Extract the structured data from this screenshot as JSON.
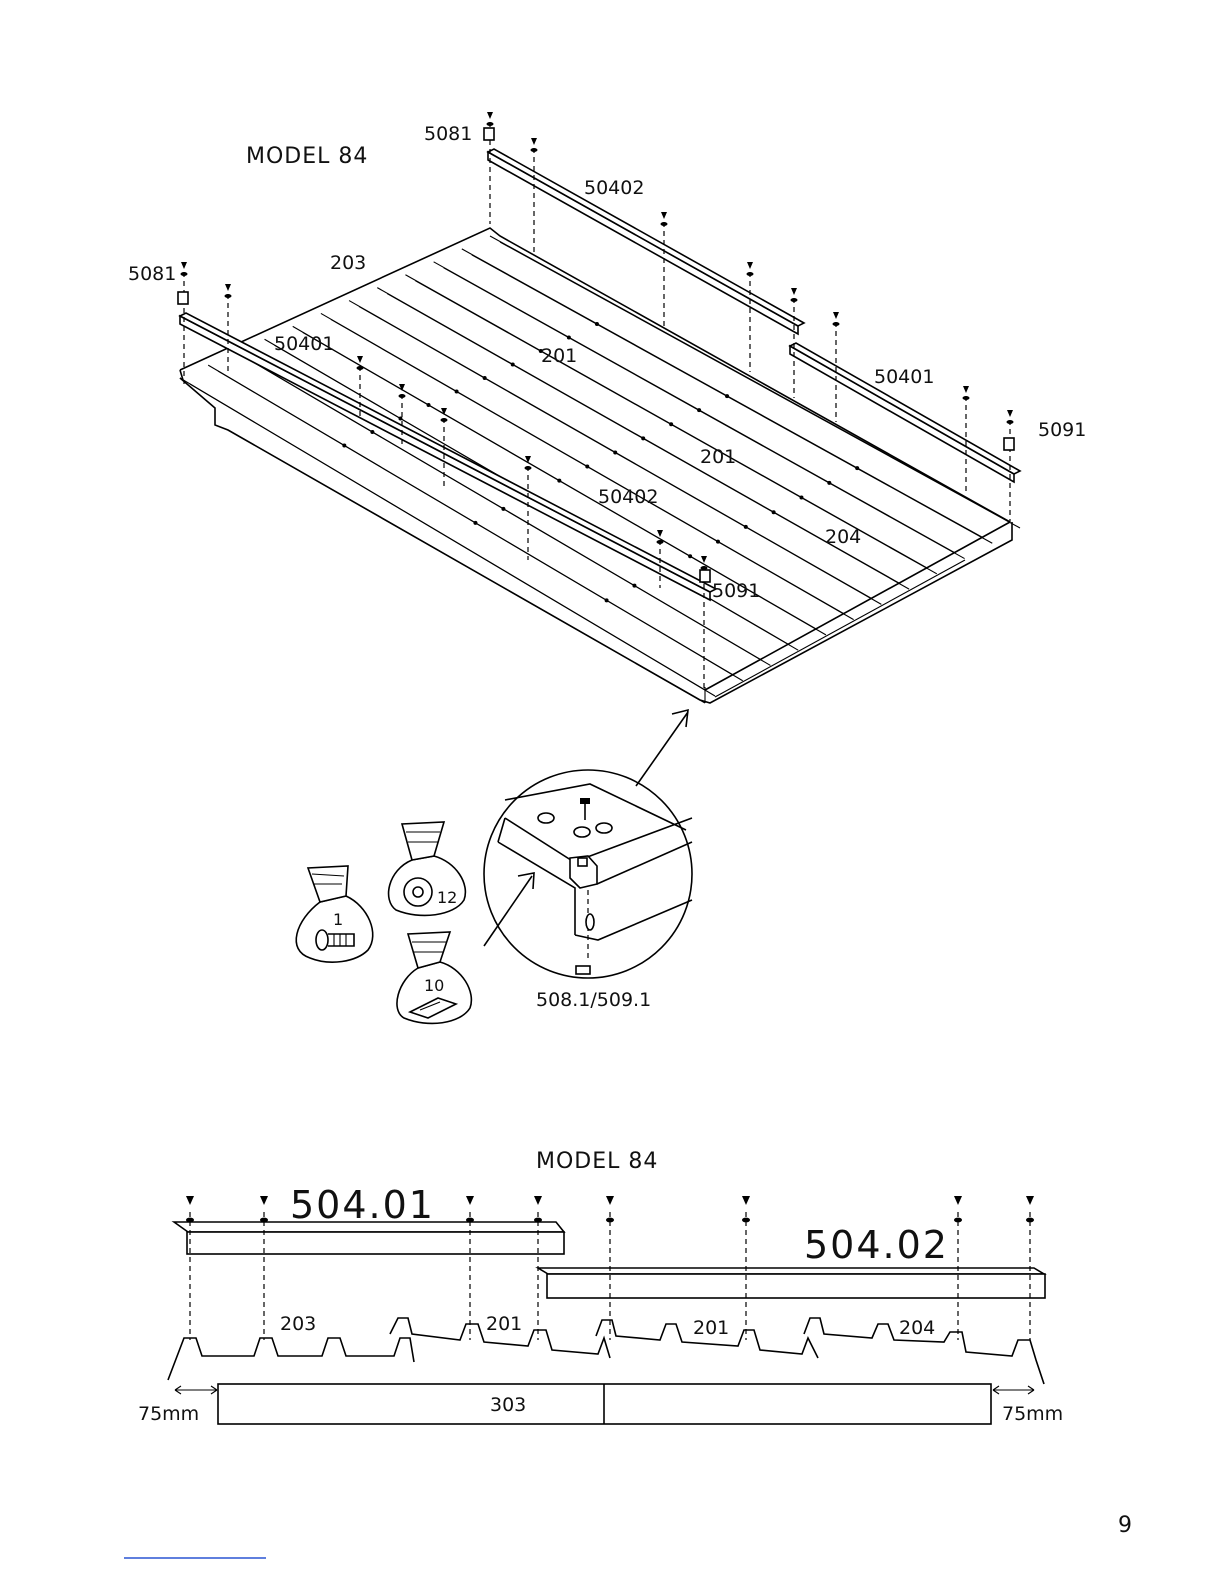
{
  "top_diagram": {
    "title": "MODEL 84",
    "labels": {
      "bracket_left": "5081",
      "bracket_top": "5081",
      "rail_top_a": "50402",
      "rail_left_a": "50401",
      "rail_right_b": "50401",
      "rail_mid_b": "50402",
      "sheet_203": "203",
      "sheet_201_a": "201",
      "sheet_201_b": "201",
      "sheet_204": "204",
      "bracket_right": "5091",
      "bracket_front": "5091"
    }
  },
  "detail": {
    "label": "508.1/509.1"
  },
  "bags": [
    {
      "qty": "1",
      "icon": "screw-icon"
    },
    {
      "qty": "12",
      "icon": "washer-icon"
    },
    {
      "qty": "10",
      "icon": "bracket-icon"
    }
  ],
  "bottom_diagram": {
    "title": "MODEL 84",
    "rail_left": "504.01",
    "rail_right": "504.02",
    "sheets": [
      "203",
      "201",
      "201",
      "204"
    ],
    "base": "303",
    "dim_left": "75mm",
    "dim_right": "75mm"
  },
  "page_number": "9"
}
